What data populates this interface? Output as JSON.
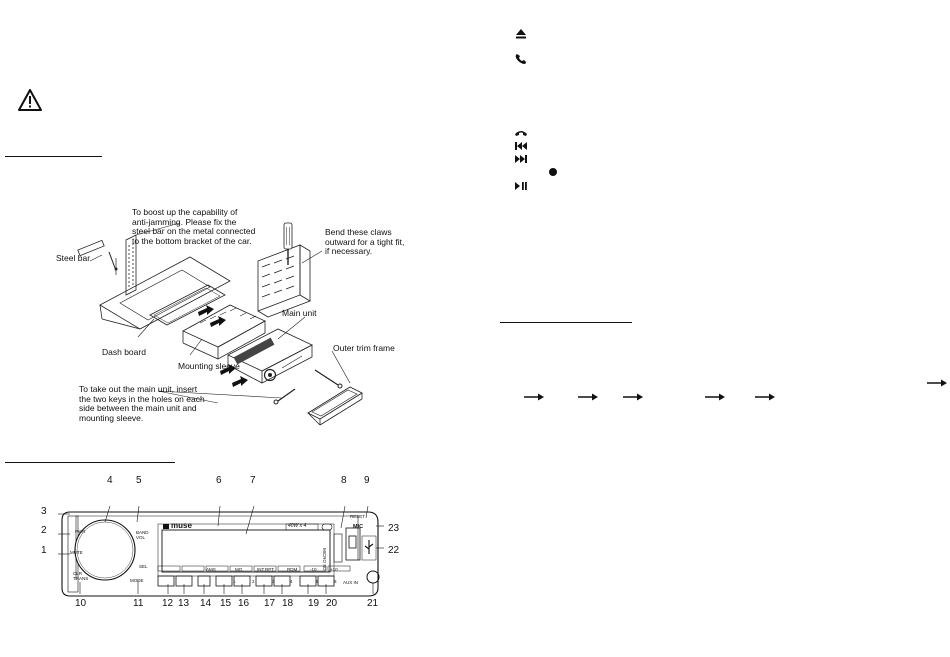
{
  "installation": {
    "claws_text": "Bend these claws\noutward for a tight fit,\nif necessary.",
    "boost_text": "To boost up the capability of\nanti-jamming. Please fix the\nsteel bar on the metal connected\nto the bottom bracket of the car.",
    "labels": {
      "steel_bar": "Steel bar",
      "main_unit": "Main unit",
      "outer_trim_frame": "Outer trim frame",
      "dash_board": "Dash board",
      "mounting_sleeve": "Mounting sleeve"
    },
    "takeout_text": "To take out the main unit, insert\nthe two keys in the holes on each\nside between the main unit and\nmounting sleeve."
  },
  "panel": {
    "brand": "muse",
    "power_badge": "40W x 4",
    "numbers": [
      "1",
      "2",
      "3",
      "4",
      "5",
      "6",
      "7",
      "8",
      "9",
      "10",
      "11",
      "12",
      "13",
      "14",
      "15",
      "16",
      "17",
      "18",
      "19",
      "20",
      "21",
      "22",
      "23"
    ],
    "labels": {
      "pwr": "PWR",
      "mute": "MUTE",
      "clr_trans": "CLR\nTRANS",
      "mode": "MODE",
      "sel": "SEL",
      "band_vol": "BAND\nVOL",
      "reset": "RESET",
      "mic": "MIC",
      "aux_in": "AUX IN",
      "micro_sd": "MICRO SD",
      "ams": "AMS",
      "mo": "MO",
      "int": "INT",
      "rpt": "RPT",
      "rdm": "RDM",
      "m10": "-10",
      "p10": "+10",
      "presets": [
        "1",
        "2",
        "3",
        "4",
        "5",
        "6"
      ]
    }
  },
  "icons": [
    "eject-icon",
    "phone-answer-icon",
    "phone-hangup-icon",
    "previous-track-icon",
    "next-track-icon",
    "record-dot-icon",
    "play-pause-icon"
  ]
}
